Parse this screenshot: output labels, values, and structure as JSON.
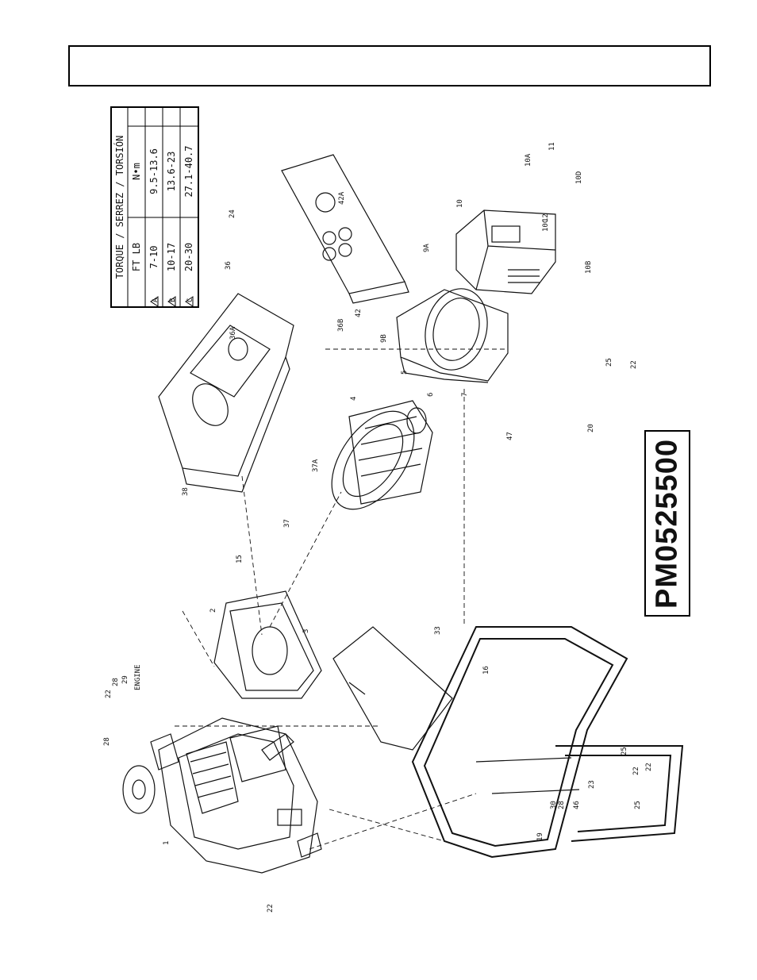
{
  "header": {
    "text": ""
  },
  "model_number": "PM0525500",
  "torque_table": {
    "title": "TORQUE / SERREZ / TORSIÓN",
    "columns": [
      "FT LB",
      "N•m"
    ],
    "rows": [
      {
        "symbol": "A",
        "ft_lb": "7-10",
        "nm": "9.5-13.6"
      },
      {
        "symbol": "B",
        "ft_lb": "10-17",
        "nm": "13.6-23"
      },
      {
        "symbol": "C",
        "ft_lb": "20-30",
        "nm": "27.1-40.7"
      }
    ]
  },
  "callouts": {
    "engine": "ENGINE",
    "p1": "1",
    "p2": "2",
    "p3": "3",
    "p4": "4",
    "p5": "5",
    "p6": "6",
    "p7": "7",
    "p9a": "9A",
    "p9b": "9B",
    "p10": "10",
    "p10a": "10A",
    "p10b": "10B",
    "p10c": "10C",
    "p10d": "10D",
    "p11": "11",
    "p12": "12",
    "p15": "15",
    "p16": "16",
    "p19": "19",
    "p20": "20",
    "p22": "22",
    "p23": "23",
    "p24": "24",
    "p25": "25",
    "p28": "28",
    "p29": "29",
    "p30": "30",
    "p33": "33",
    "p36": "36",
    "p36a": "36A",
    "p36b": "36B",
    "p37": "37",
    "p37a": "37A",
    "p38": "38",
    "p42": "42",
    "p42a": "42A",
    "p46": "46",
    "p47": "47"
  }
}
